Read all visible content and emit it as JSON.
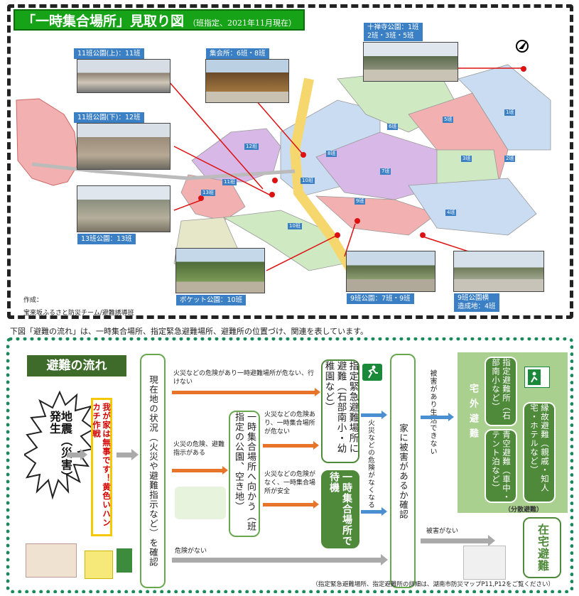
{
  "map": {
    "title": "「一時集合場所」見取り図",
    "title_note": "（班指定、2021年11月現在）",
    "credit_label": "作成：",
    "credit_name": "宝来坂ふるさと防災チーム/避難誘導班",
    "photo_labels": {
      "p11_upper": "11班公園(上)：11班",
      "p_meeting": "集会所：6班・8班",
      "p_jusenji": "十禅寺公園：1班",
      "p_jusenji2": "2班・3班・5班",
      "p11_lower": "11班公園(下)：12班",
      "p13": "13班公園：13班",
      "p_pocket": "ポケット公園：10班",
      "p9": "9班公園：7班・9班",
      "p9side": "9班公園横",
      "p9side2": "造成地：4班"
    },
    "zone_labels": [
      "1班",
      "2班",
      "3班",
      "4班",
      "5班",
      "6班",
      "7班",
      "8班",
      "9班",
      "10班",
      "10班",
      "11班",
      "12班",
      "13班"
    ]
  },
  "caption": "下図「避難の流れ」は、一時集合場所、指定緊急避難場所、避難所の位置づけ、関連を表しています。",
  "flow": {
    "title": "避難の流れ",
    "quake": "地震（災害）発生",
    "safe_home": "我が家は無事です！黄色いハンカチ作戦",
    "check_situation": "現在地の状況（火災や避難指示など）を確認",
    "note_fire_unsafe": "火災などの危険があり一時避難場所が危ない、行けない",
    "note_danger_order": "火災の危険、避難指示がある",
    "note_no_danger": "危険がない",
    "go_temp": "一時集合場所へ向かう（班指定の公園、空き地）",
    "note_temp_danger": "火災などの危険あり、一時集合場所が危ない",
    "note_temp_safe": "火災などの危険がなく、一時集合場所が安全",
    "designated_emergency": "指定緊急避難場所に避難（石部南小・幼稚園など）",
    "wait_temp": "一時集合場所で待機",
    "danger_gone": "火災などの危険がなくなる",
    "check_house": "家に被害があるか確認",
    "cannot_live": "被害があり生活できない",
    "no_damage": "被害がない",
    "outside_evac": "宅外避難",
    "designated_shelter": "指定避難所（石部南小など）",
    "blue_sky": "青空避難（車中・テント泊など）",
    "relative": "縁故避難（親戚・知人宅・ホテルなど）",
    "distributed": "（分散避難）",
    "home_evac": "在宅避難",
    "footnote": "（指定緊急避難場所、指定避難所の詳細は、湖南市防災マップP11,P12をご覧ください）"
  }
}
